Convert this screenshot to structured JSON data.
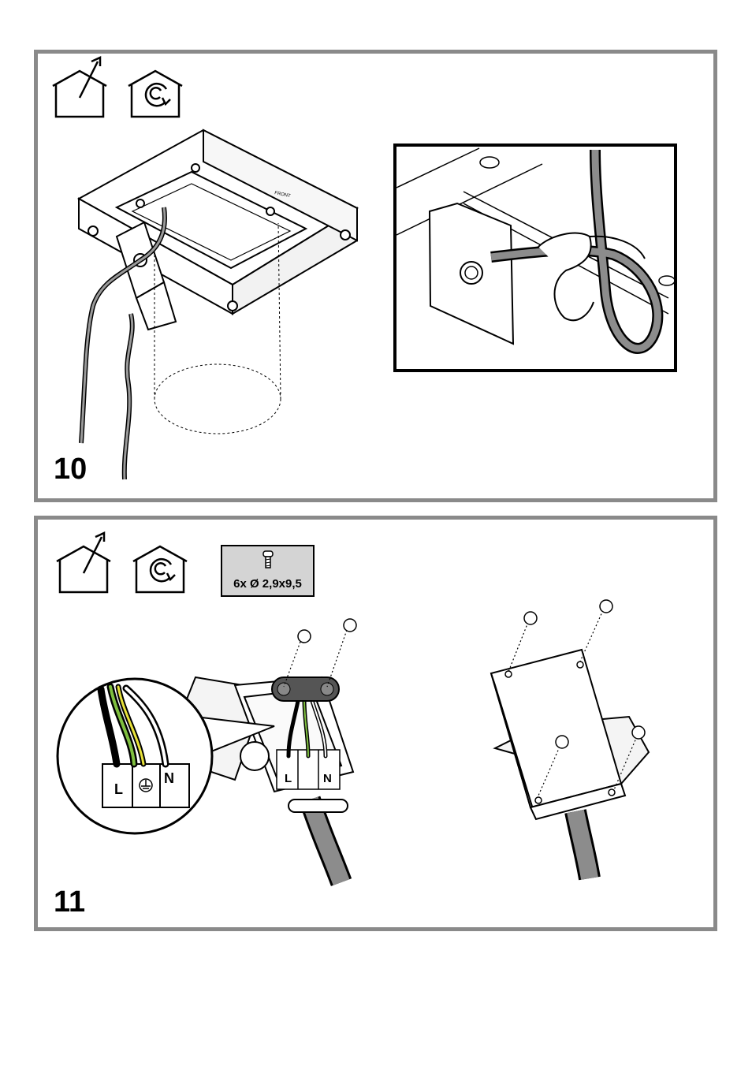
{
  "steps": [
    {
      "number": "10"
    },
    {
      "number": "11",
      "screw_spec": "6x Ø 2,9x9,5"
    }
  ],
  "terminal_labels": {
    "live": "L",
    "neutral": "N"
  },
  "device_label": "FRONT",
  "icons": [
    "ducted-mode-icon",
    "recirculation-mode-icon",
    "screw-icon",
    "earth-ground-icon"
  ],
  "colors": {
    "frame": "#8a8a8a",
    "screw_box": "#d4d4d4",
    "cable": "#8c8c8c",
    "earth_wire_green": "#7fbf3f",
    "earth_wire_yellow": "#e8e23a"
  }
}
